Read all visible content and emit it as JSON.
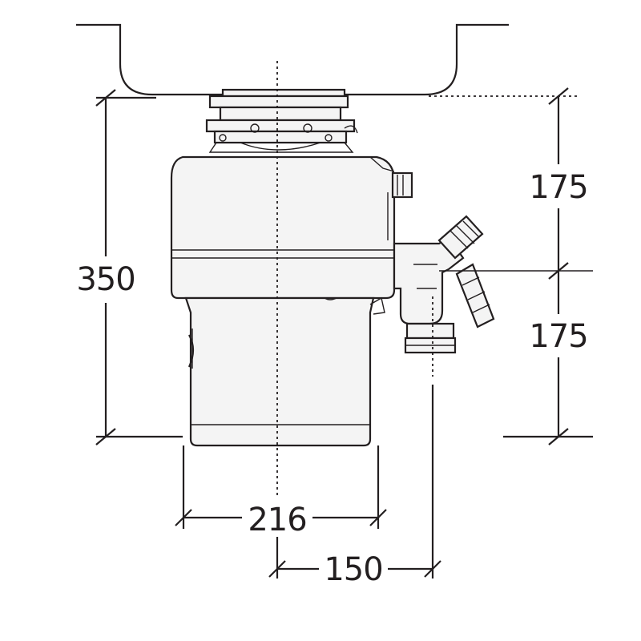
{
  "dimensions": {
    "total_height": "350",
    "upper_height": "175",
    "lower_height": "175",
    "body_width": "216",
    "outlet_offset": "150"
  },
  "colors": {
    "line": "#231f20",
    "background": "#ffffff"
  }
}
